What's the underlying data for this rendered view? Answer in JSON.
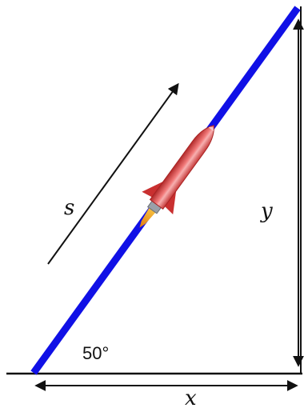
{
  "diagram": {
    "labels": {
      "path": "s",
      "vertical": "y",
      "horizontal": "x",
      "angle": "50°"
    },
    "colors": {
      "track": "#1010e6",
      "ink": "#111111",
      "rocket_body": "#e04848",
      "rocket_highlight": "#f7b0b0",
      "flame": "#f0a020"
    },
    "icons": {
      "rocket": "rocket-icon"
    }
  }
}
